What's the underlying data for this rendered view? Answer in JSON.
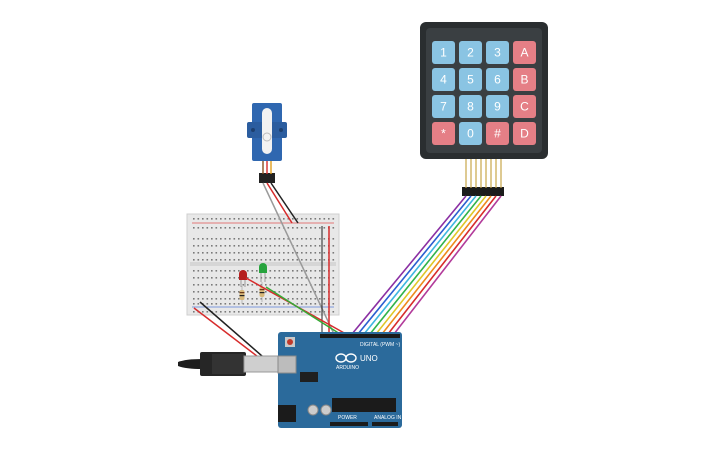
{
  "keypad": {
    "rows": [
      [
        "1",
        "2",
        "3",
        "A"
      ],
      [
        "4",
        "5",
        "6",
        "B"
      ],
      [
        "7",
        "8",
        "9",
        "C"
      ],
      [
        "*",
        "0",
        "#",
        "D"
      ]
    ]
  },
  "arduino": {
    "model_label": "UNO",
    "brand_label": "ARDUINO",
    "digital_label": "DIGITAL (PWM ~)",
    "power_label": "POWER",
    "analog_label": "ANALOG IN"
  },
  "colors": {
    "board": "#2b6a9b",
    "keypad_body": "#2a2e30",
    "key_blue": "#8ac4e3",
    "key_red": "#e57f86",
    "breadboard": "#e8e8e8",
    "wire_red": "#d72c2c",
    "wire_black": "#222222",
    "wire_green": "#35a935",
    "wire_gray": "#9a9a9a"
  }
}
